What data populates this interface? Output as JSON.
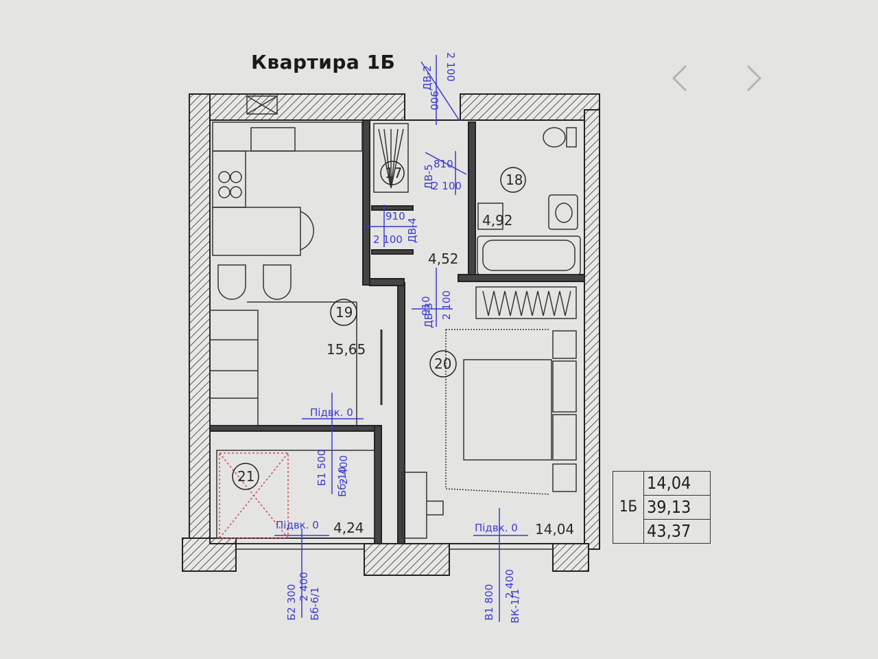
{
  "title": "Квартира 1Б",
  "nav": {
    "prev": "chevron-left-icon",
    "next": "chevron-right-icon"
  },
  "rooms": [
    {
      "number": "17",
      "area": ""
    },
    {
      "number": "18",
      "area": "4,92"
    },
    {
      "number": "19",
      "area": "15,65"
    },
    {
      "number": "20",
      "area": "14,04"
    },
    {
      "number": "21",
      "area": "4,24"
    }
  ],
  "hall_area": "4,52",
  "floor_marks": [
    "Підвк. 0",
    "Підвк. 0",
    "Підвк. 0"
  ],
  "doors": {
    "dv2": "ДВ-2",
    "dv2_w": "900",
    "dv2_h": "2 100",
    "dv5": "ДВ-5",
    "dv5_w": "810",
    "dv5_h": "2 100",
    "dv4": "ДВ-4",
    "dv4_w": "910",
    "dv4_h": "2 100",
    "dv3": "ДВ-3",
    "dv3_w": "910",
    "dv3_h": "2 100",
    "bd10": "Бб-10",
    "bd10_w": "Б1 500",
    "bd10_h": "2 400",
    "bd6": "Бб-6/1",
    "bd6_w": "Б2 300",
    "bd6_h": "2 400",
    "vk1": "ВК-1/1",
    "vk1_w": "В1 800",
    "vk1_h": "2 400"
  },
  "table": {
    "apartment": "1Б",
    "living": "14,04",
    "total_without_balcony": "39,13",
    "total": "43,37"
  },
  "colors": {
    "dimension": "#3a3ad0",
    "wall": "#2a2a2a",
    "balcony_hatch": "#d05050"
  }
}
